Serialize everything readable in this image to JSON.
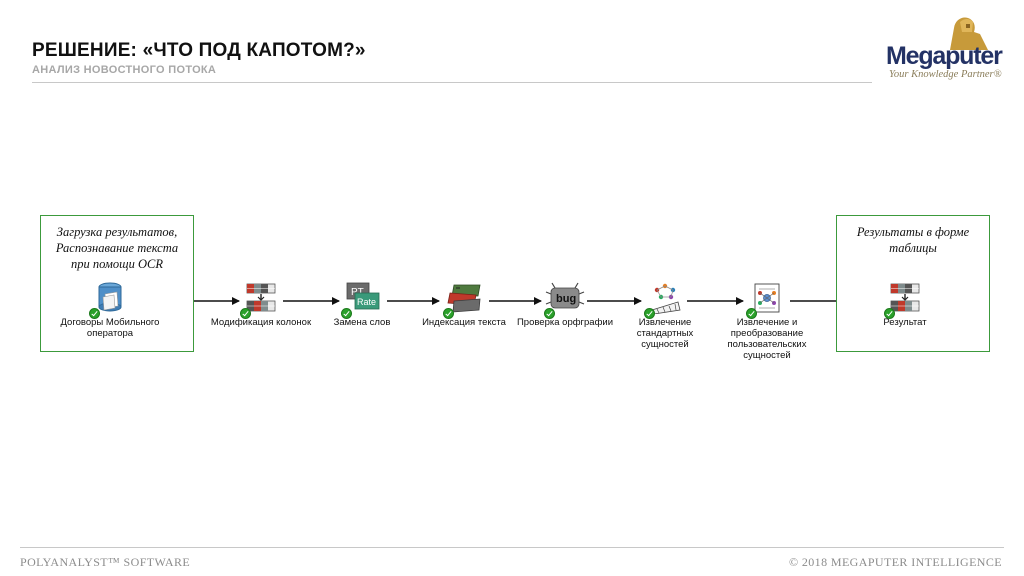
{
  "header": {
    "title": "РЕШЕНИЕ: «ЧТО ПОД КАПОТОМ?»",
    "subtitle": "АНАЛИЗ НОВОСТНОГО ПОТОКА"
  },
  "logo": {
    "wordmark": "Megaputer",
    "tagline": "Your Knowledge Partner®",
    "brand_color": "#233265"
  },
  "boxes": {
    "input_caption_lines": [
      "Загрузка результатов,",
      "Распознавание текста",
      "при помощи OCR"
    ],
    "output_caption_lines": [
      "Результаты в форме",
      "таблицы"
    ],
    "border_color": "#3c9a3c"
  },
  "nodes": [
    {
      "id": "source",
      "icon": "database-icon",
      "label_lines": [
        "Договоры Мобильного",
        "оператора"
      ]
    },
    {
      "id": "modify",
      "icon": "table-columns-icon",
      "label_lines": [
        "Модификация колонок"
      ]
    },
    {
      "id": "replace",
      "icon": "replace-words-icon",
      "label_lines": [
        "Замена слов"
      ],
      "icon_text_top": "PT",
      "icon_text_bottom": "Rate"
    },
    {
      "id": "index",
      "icon": "text-index-icon",
      "label_lines": [
        "Индексация текста"
      ]
    },
    {
      "id": "spell",
      "icon": "spell-check-bug-icon",
      "label_lines": [
        "Проверка орфграфии"
      ],
      "icon_text": "bug"
    },
    {
      "id": "extract_std",
      "icon": "entity-extraction-icon",
      "label_lines": [
        "Извлечение",
        "стандартных",
        "сущностей"
      ]
    },
    {
      "id": "extract_custom",
      "icon": "entity-transform-icon",
      "label_lines": [
        "Извлечение и",
        "преобразование",
        "пользовательских",
        "сущностей"
      ]
    },
    {
      "id": "result",
      "icon": "table-result-icon",
      "label_lines": [
        "Результат"
      ]
    }
  ],
  "status_icon": "checkmark-icon",
  "footer": {
    "left": "POLYANALYST™ SOFTWARE",
    "right": "© 2018 MEGAPUTER INTELLIGENCE"
  }
}
